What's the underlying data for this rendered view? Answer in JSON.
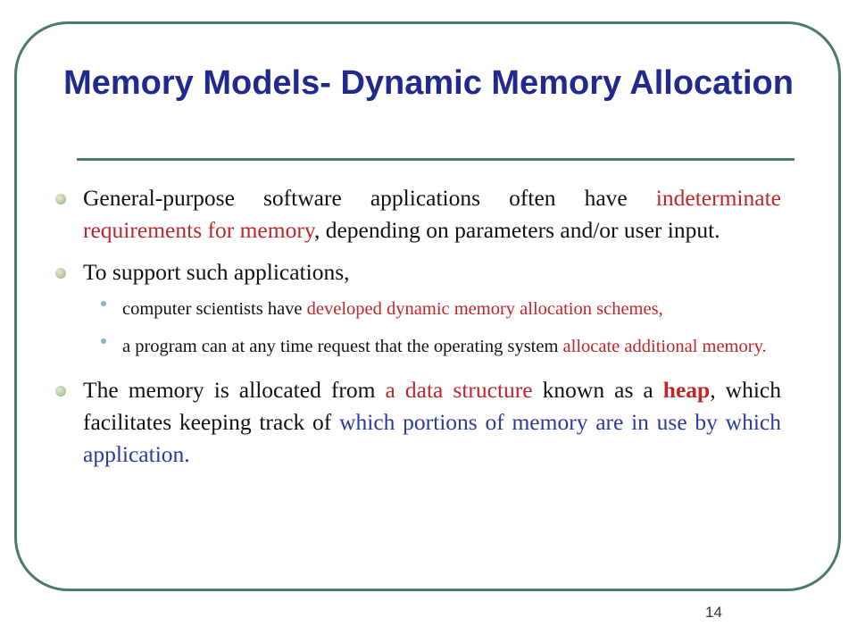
{
  "slide": {
    "title": "Memory Models- Dynamic Memory Allocation",
    "page_number": "14",
    "colors": {
      "title": "#1f2a8c",
      "frame": "#4a7a6c",
      "highlight_red": "#c0252a",
      "highlight_blue": "#2a3aa0"
    },
    "bullets": [
      {
        "p1": "General-purpose software applications often have ",
        "p2": "indeterminate requirements for memory",
        "p3": ", depending on parameters and/or user input."
      },
      {
        "p1": "To support such applications,"
      },
      {
        "p1": "The memory is allocated from ",
        "p2": "a data structure",
        "p3": " known as a ",
        "p4": "heap",
        "p5": ", which facilitates keeping track of ",
        "p6": "which portions of memory are in use by which application."
      }
    ],
    "sub_bullets": [
      {
        "p1": " computer scientists have ",
        "p2": "developed dynamic memory allocation schemes,"
      },
      {
        "p1": "a program can at any time request that the operating system ",
        "p2": "allocate additional memory."
      }
    ]
  }
}
